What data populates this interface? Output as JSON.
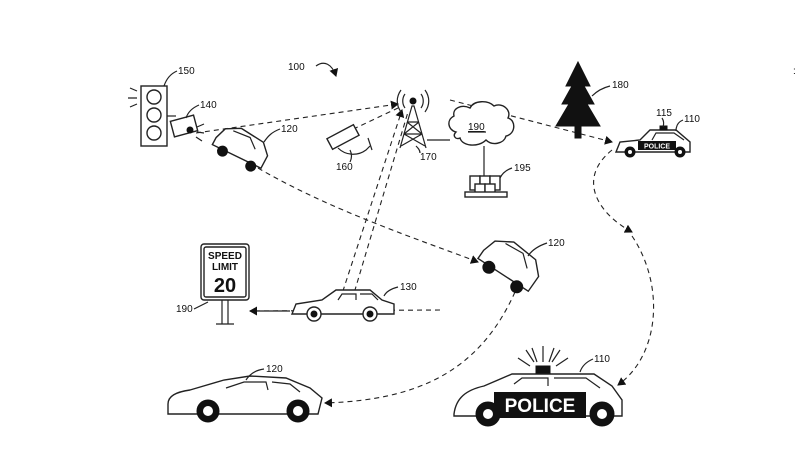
{
  "figure": {
    "system_ref": "100",
    "refs": {
      "traffic_light": "150",
      "traffic_camera": "140",
      "vehicle_top_left": "120",
      "surveillance_camera": "160",
      "cell_tower": "170",
      "network": "190",
      "data_storage": "195",
      "tree": "180",
      "police_indicator": "115",
      "police_car_small": "110",
      "vehicle_middle_right": "120",
      "speed_limit_sign": "190",
      "vehicle_center": "130",
      "vehicle_bottom_left": "120",
      "police_car_large": "110"
    },
    "sign": {
      "line1": "SPEED",
      "line2": "LIMIT",
      "value": "20"
    },
    "police_small_text": "POLICE",
    "police_large_text": "POLICE",
    "edge_mark": ":"
  }
}
